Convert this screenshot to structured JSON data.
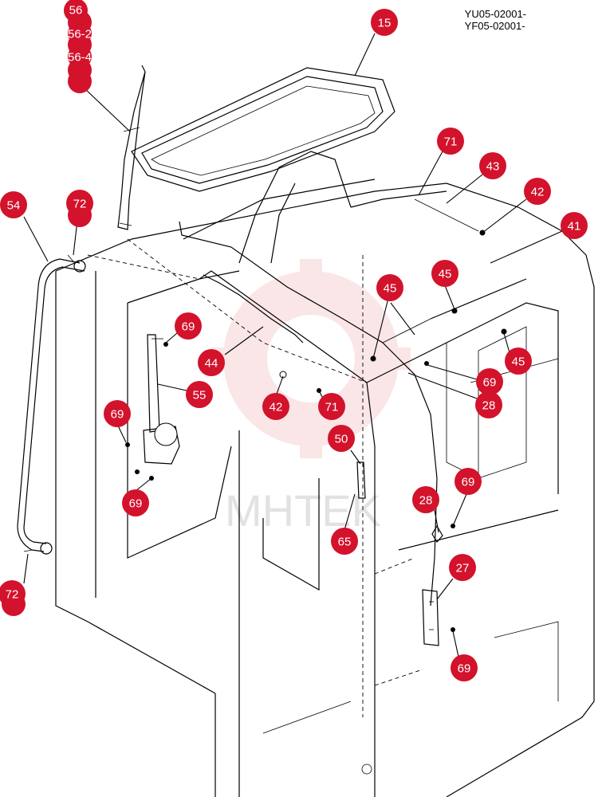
{
  "serial_codes": [
    "YU05-02001-",
    "YF05-02001-"
  ],
  "watermark_text": "MHTEK",
  "colors": {
    "callout": "#d3122c",
    "watermark": "#f3b8b8"
  },
  "callouts": {
    "c56": "56",
    "c56_2": "56-2",
    "c56_4": "56-4",
    "c15": "15",
    "c71a": "71",
    "c43": "43",
    "c42a": "42",
    "c41": "41",
    "c54": "54",
    "c72a": "72",
    "c45a": "45",
    "c45b": "45",
    "c45c": "45",
    "c69a": "69",
    "c44": "44",
    "c55": "55",
    "c69b": "69",
    "c42b": "42",
    "c71b": "71",
    "c69c": "69",
    "c28a": "28",
    "c50": "50",
    "c69d": "69",
    "c69e": "69",
    "c28b": "28",
    "c65": "65",
    "c27": "27",
    "c72b": "72",
    "c69f": "69"
  }
}
